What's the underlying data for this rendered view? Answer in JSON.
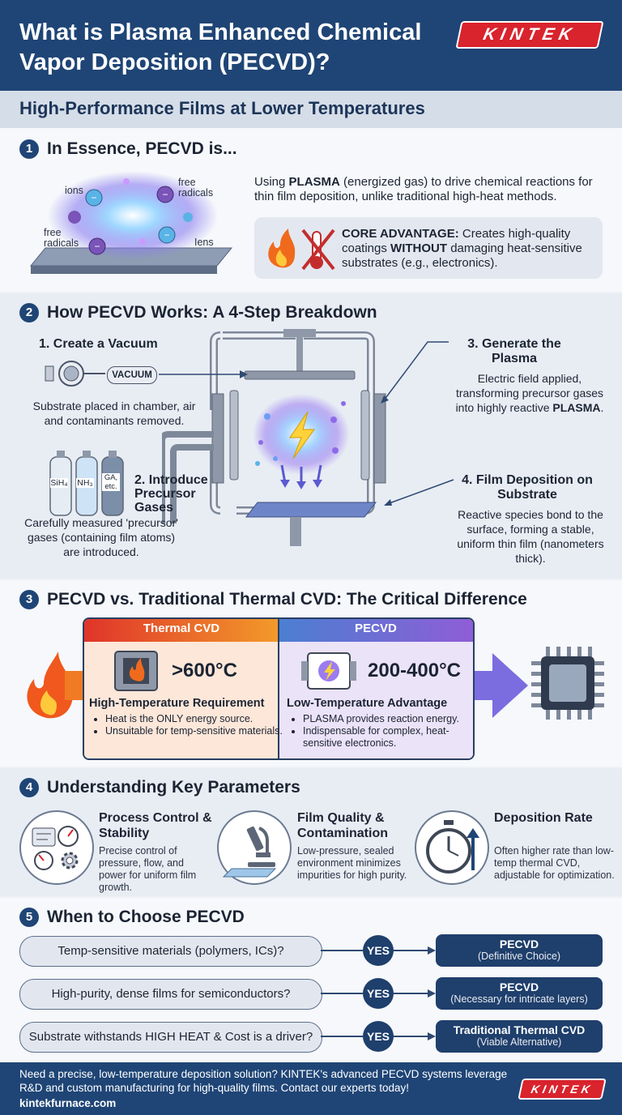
{
  "header": {
    "title": "What is Plasma Enhanced Chemical Vapor Deposition (PECVD)?",
    "logo": "KINTEK"
  },
  "subtitle": "High-Performance Films at Lower Temperatures",
  "sections": {
    "s1": {
      "number": "1",
      "title": "In Essence, PECVD is...",
      "label_ions_1": "ions",
      "label_free_radicals_1": "free radicals",
      "label_free_radicals_2": "free radicals",
      "label_ions_2": "Iens",
      "description_pre": "Using ",
      "description_bold": "PLASMA",
      "description_post": " (energized gas) to drive chemical reactions for thin film deposition, unlike traditional high-heat methods.",
      "core_label": "CORE ADVANTAGE:",
      "core_text_1": " Creates high-quality coatings ",
      "core_bold": "WITHOUT",
      "core_text_2": " damaging heat-sensitive substrates (e.g., electronics)."
    },
    "s2": {
      "number": "2",
      "title": "How PECVD Works: A 4-Step Breakdown",
      "step1_title": "1. Create a Vacuum",
      "step1_tag": "VACUUM",
      "step1_desc": "Substrate placed in chamber, air and contaminants removed.",
      "step2_title": "2. Introduce Precursor Gases",
      "step2_desc": "Carefully measured 'precursor' gases (containing film atoms) are introduced.",
      "gas1": "SiH₄",
      "gas2": "NH₃",
      "gas3": "GA, etc.",
      "step3_title": "3. Generate the Plasma",
      "step3_desc_pre": "Electric field applied, transforming precursor gases into highly reactive ",
      "step3_bold": "PLASMA",
      "step3_desc_post": ".",
      "step4_title": "4. Film Deposition on Substrate",
      "step4_desc": "Reactive species bond to the surface, forming a stable, uniform thin film (nanometers thick)."
    },
    "s3": {
      "number": "3",
      "title": "PECVD vs. Traditional Thermal CVD: The Critical Difference",
      "left_header": "Thermal CVD",
      "left_temp": ">600°C",
      "left_title": "High-Temperature Requirement",
      "left_b1": "Heat is the ONLY energy source.",
      "left_b2": "Unsuitable for temp-sensitive materials.",
      "right_header": "PECVD",
      "right_temp": "200-400°C",
      "right_title": "Low-Temperature Advantage",
      "right_b1": "PLASMA provides reaction energy.",
      "right_b2": "Indispensable for complex, heat-sensitive electronics."
    },
    "s4": {
      "number": "4",
      "title": "Understanding Key Parameters",
      "p1_title": "Process Control & Stability",
      "p1_desc": "Precise control of pressure, flow, and power for uniform film growth.",
      "p2_title": "Film Quality & Contamination",
      "p2_desc": "Low-pressure, sealed environment minimizes impurities for high purity.",
      "p3_title": "Deposition Rate",
      "p3_desc": "Often higher rate than low-temp thermal CVD, adjustable for optimization."
    },
    "s5": {
      "number": "5",
      "title": "When to Choose PECVD",
      "rows": [
        {
          "question": "Temp-sensitive materials (polymers, ICs)?",
          "answer": "YES",
          "result": "PECVD",
          "note": "(Definitive Choice)"
        },
        {
          "question": "High-purity, dense films for semiconductors?",
          "answer": "YES",
          "result": "PECVD",
          "note": "(Necessary for intricate layers)"
        },
        {
          "question": "Substrate withstands HIGH HEAT & Cost is a driver?",
          "answer": "YES",
          "result": "Traditional Thermal CVD",
          "note": "(Viable Alternative)"
        }
      ]
    }
  },
  "footer": {
    "text": "Need a precise, low-temperature deposition solution? KINTEK's advanced PECVD systems leverage R&D and custom manufacturing for high-quality films. Contact our experts today!",
    "url": "kintekfurnace.com",
    "logo": "KINTEK"
  },
  "colors": {
    "navy": "#1f4576",
    "brand_red": "#d9232d",
    "thermal_orange": "#f07b24",
    "pecvd_purple": "#7b5bd6"
  }
}
